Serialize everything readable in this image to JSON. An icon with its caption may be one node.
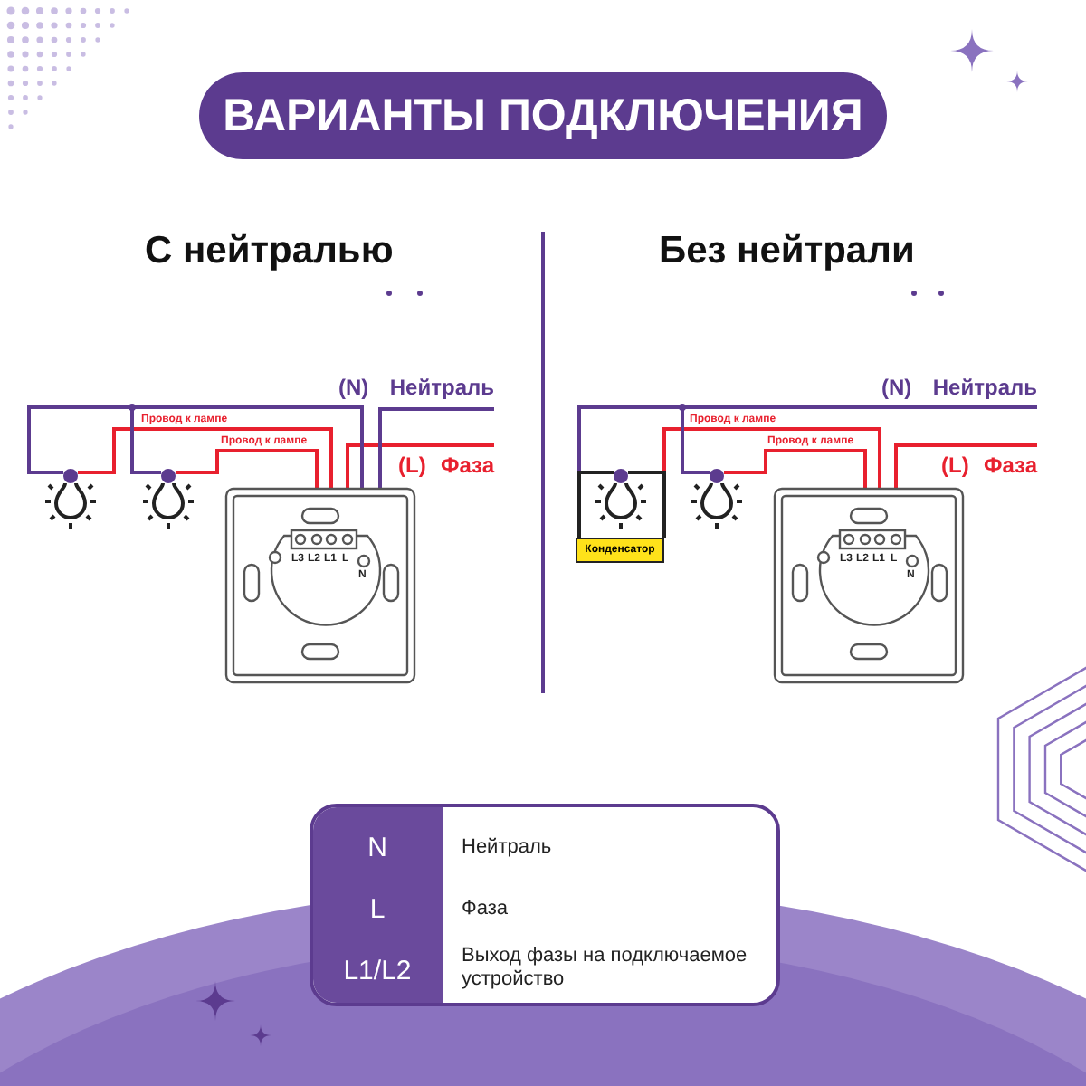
{
  "diagram": {
    "title": "ВАРИАНТЫ ПОДКЛЮЧЕНИЯ",
    "nodes": [
      {
        "text": [],
        "shape": "picture"
      },
      {
        "text": [],
        "shape": "picture"
      },
      {
        "text": [],
        "shape": "picture"
      },
      {
        "text": [
          "(N)",
          "Нейтраль"
        ]
      },
      {
        "text": [
          "(L)",
          "Фаза"
        ]
      },
      {
        "text": [],
        "shape": "picture"
      },
      {
        "text": [
          "Конденсатор"
        ]
      },
      {
        "text": [],
        "shape": "picture"
      },
      {
        "text": [],
        "shape": "picture"
      },
      {
        "text": [
          "(N)",
          "Нейтраль"
        ]
      },
      {
        "text": [
          "(L)",
          "Фаза"
        ]
      }
    ],
    "edges": [
      {
        "from": 0,
        "to": 2,
        "arrow": "none",
        "label": "Провод к лампе"
      },
      {
        "from": 1,
        "to": 2,
        "arrow": "none",
        "label": "Провод к лампе"
      },
      {
        "from": 2,
        "to": 4,
        "arrow": "none"
      },
      {
        "from": 0,
        "to": 2,
        "arrow": "none",
        "color": "#5c3b8f"
      },
      {
        "from": 1,
        "to": 2,
        "arrow": "none",
        "color": "#5c3b8f"
      },
      {
        "from": 2,
        "to": 3,
        "arrow": "none",
        "color": "#5c3b8f"
      },
      {
        "from": 5,
        "to": 8,
        "arrow": "none",
        "label": "Провод к лампе"
      },
      {
        "from": 7,
        "to": 8,
        "arrow": "none",
        "label": "Провод к лампе"
      },
      {
        "from": 8,
        "to": 10,
        "arrow": "none"
      },
      {
        "from": 5,
        "to": 9,
        "arrow": "none",
        "color": "#5c3b8f"
      },
      {
        "from": 7,
        "to": 9,
        "arrow": "none",
        "color": "#5c3b8f"
      },
      {
        "from": 5,
        "to": 6,
        "arrow": "none",
        "color": "#222222"
      },
      {
        "from": 5,
        "to": 6,
        "arrow": "none",
        "color": "#222222"
      }
    ],
    "labels": [
      "С нейтралью",
      "Без нейтрали",
      "L3",
      "L2",
      "L1",
      "L",
      "N",
      "L3",
      "L2",
      "L1",
      "L",
      "N",
      "N",
      "Нейтраль",
      "L",
      "Фаза",
      "L1/L2",
      "Выход фазы на подключаемое устройство"
    ]
  }
}
